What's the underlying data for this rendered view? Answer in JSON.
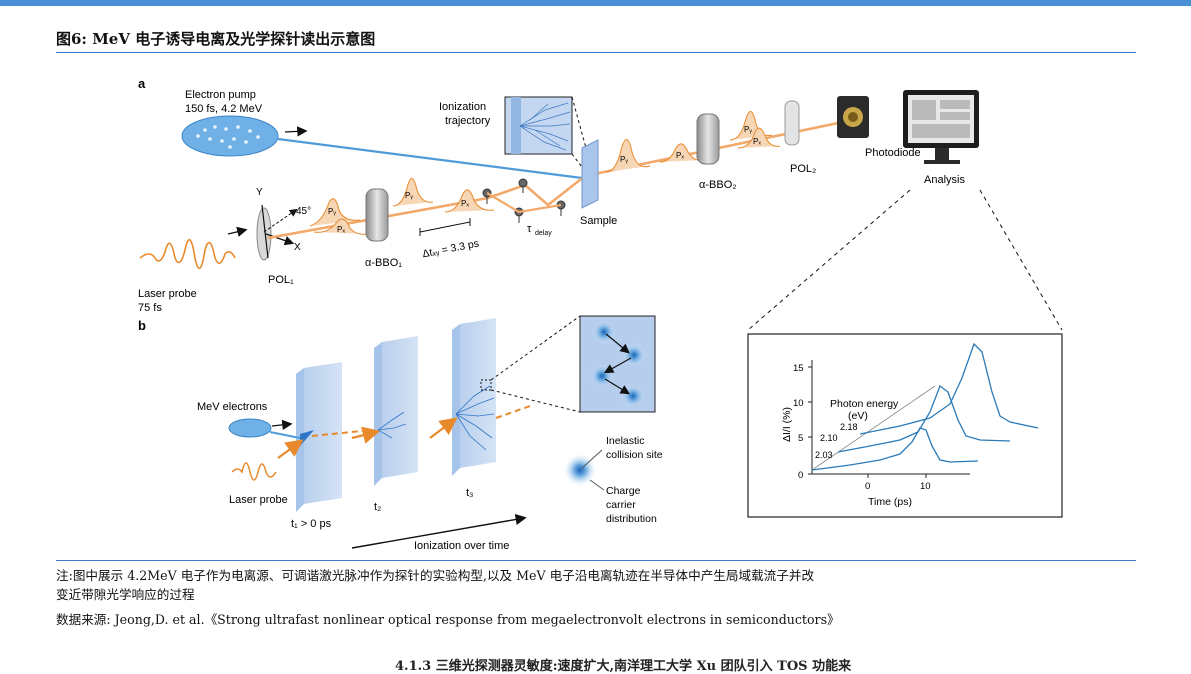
{
  "header": {
    "title": "图6:  MeV 电子诱导电离及光学探针读出示意图"
  },
  "panel_a": {
    "label": "a",
    "electron_pump": "Electron pump",
    "electron_pump_spec": "150 fs, 4.2 MeV",
    "ionization_trajectory_1": "Ionization",
    "ionization_trajectory_2": "trajectory",
    "laser_probe": "Laser probe",
    "laser_probe_spec": "75 fs",
    "axis_y": "Y",
    "axis_x": "X",
    "angle": "45°",
    "pol1": "POL₁",
    "bbo1": "α-BBO₁",
    "delta_t": "Δtₓᵧ = 3.3 ps",
    "tau_delay": "τ",
    "tau_delay_sub": "delay",
    "sample": "Sample",
    "bbo2": "α-BBO₂",
    "pol2": "POL₂",
    "photodiode": "Photodiode",
    "analysis": "Analysis",
    "py": "Pᵧ",
    "px": "Pₓ"
  },
  "panel_b": {
    "label": "b",
    "mev_electrons": "MeV electrons",
    "laser_probe": "Laser probe",
    "t1": "t₁ > 0 ps",
    "t2": "t₂",
    "t3": "t₃",
    "ionization_over_time": "Ionization over time",
    "legend_site_1": "Inelastic",
    "legend_site_2": "collision site",
    "legend_charge_1": "Charge",
    "legend_charge_2": "carrier",
    "legend_charge_3": "distribution"
  },
  "inset_plot": {
    "y_label": "ΔI/I (%)",
    "x_label": "Time (ps)",
    "y_ticks": [
      "0",
      "5",
      "10",
      "15"
    ],
    "x_ticks": [
      "0",
      "10"
    ],
    "legend_title_1": "Photon energy",
    "legend_title_2": "(eV)",
    "energy_labels": [
      "2.03",
      "2.10",
      "2.18"
    ]
  },
  "footer": {
    "note_1": "注:图中展示 4.2MeV 电子作为电离源、可调谐激光脉冲作为探针的实验构型,以及 MeV 电子沿电离轨迹在半导体中产生局域载流子并改",
    "note_2": "变近带隙光学响应的过程",
    "source": "数据来源: Jeong,D. et al.《Strong ultrafast nonlinear optical response from megaelectronvolt electrons in semiconductors》",
    "cut_text": "4.1.3  三维光探测器灵敏度:速度扩大,南洋理工大学 Xu   团队引入 TOS 功能来"
  },
  "colors": {
    "accent": "#3b7bd0",
    "laser": "#e8892b",
    "electron": "#4f9bd9",
    "line": "#2a7ab8"
  }
}
